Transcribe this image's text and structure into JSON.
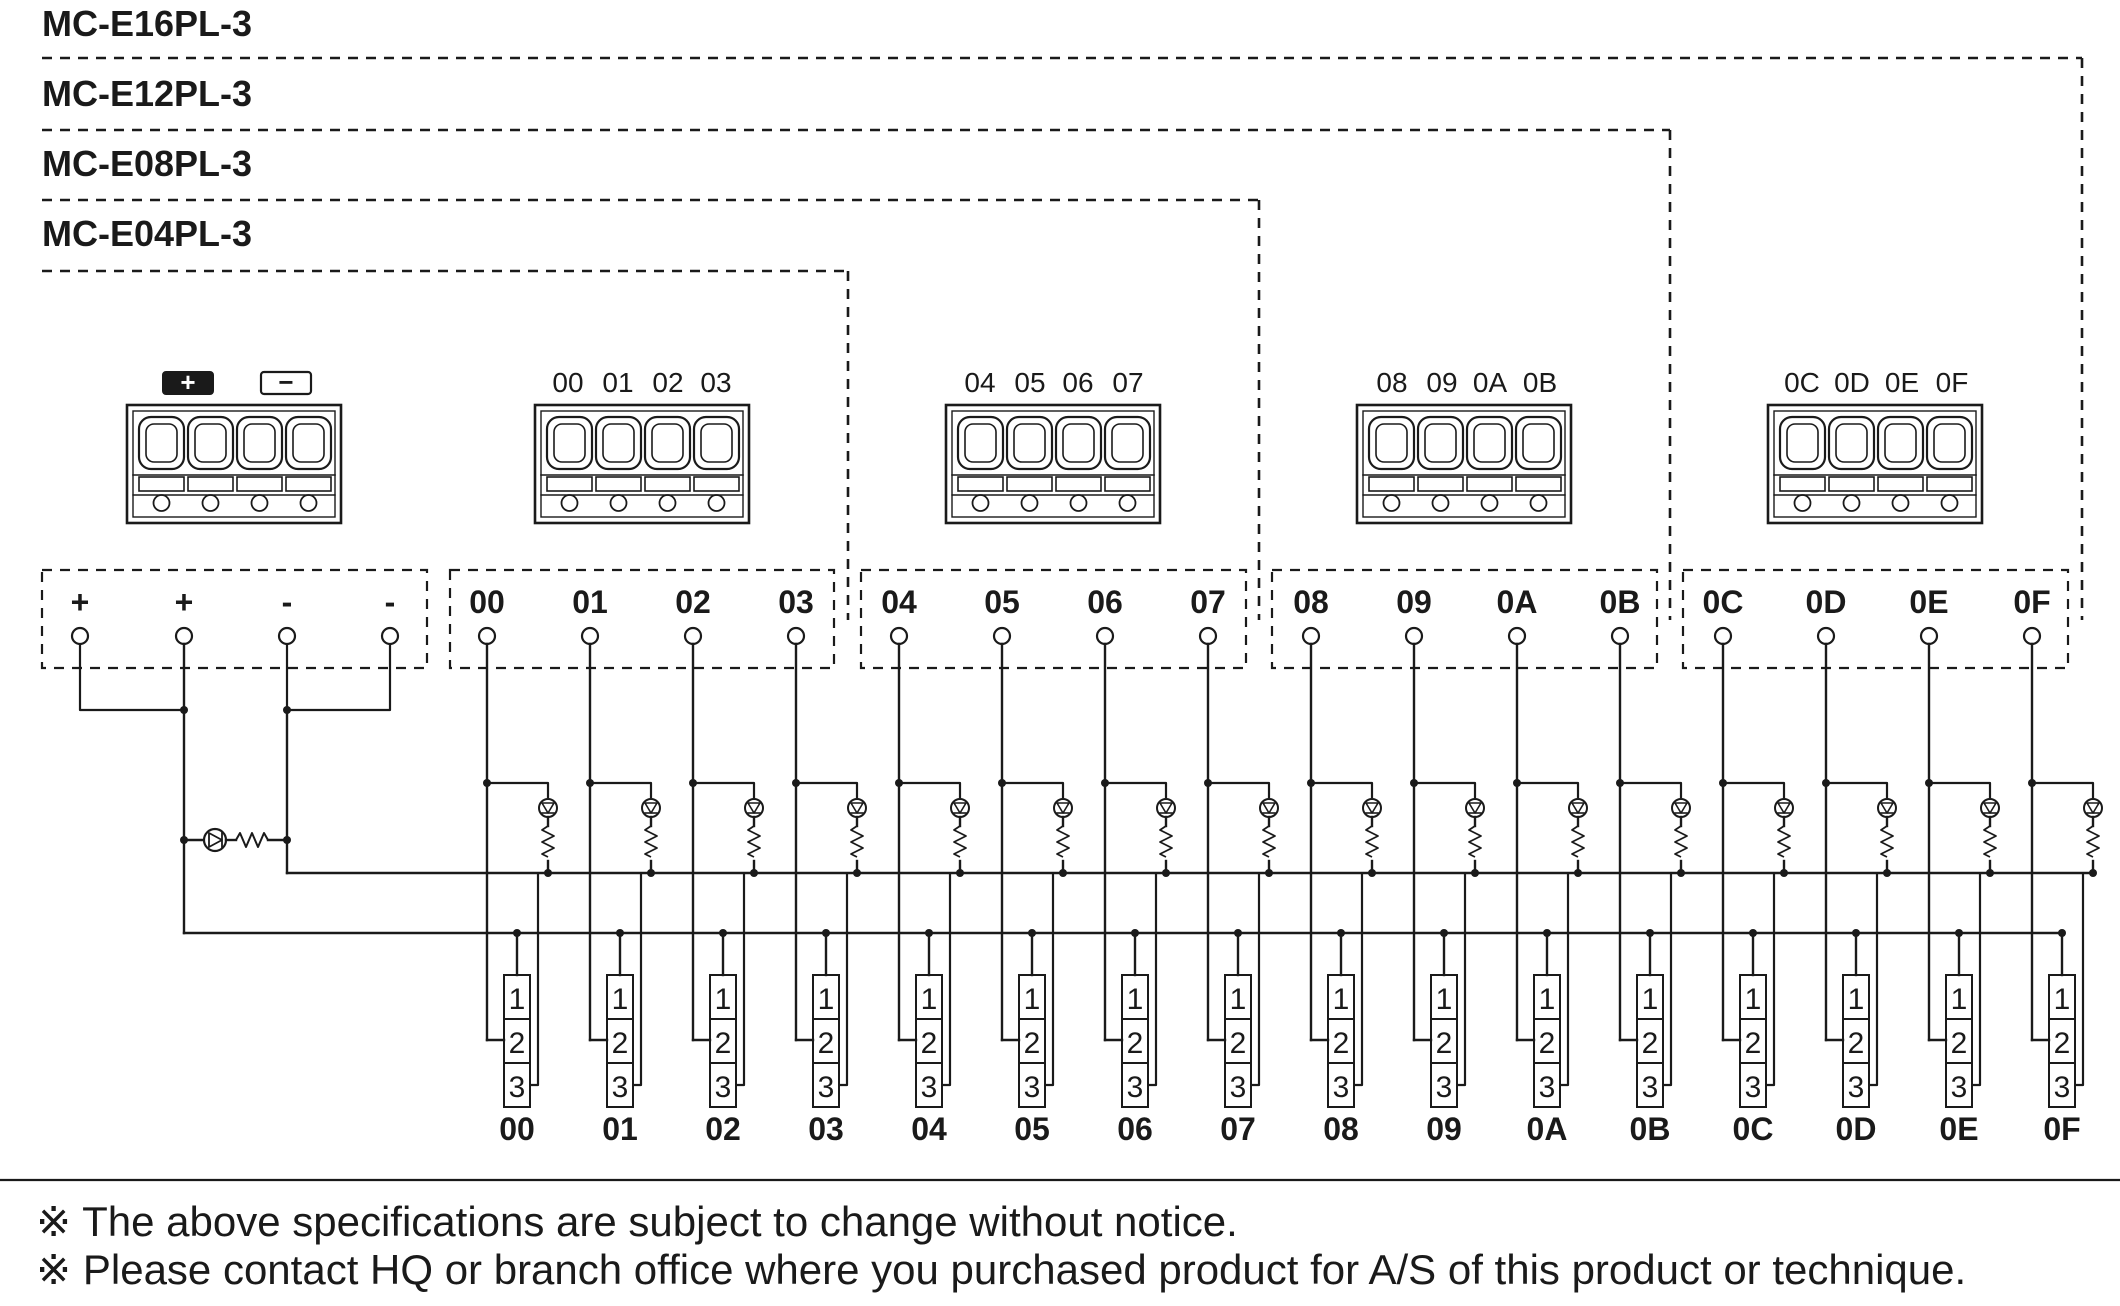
{
  "models": [
    {
      "name": "MC-E16PL-3",
      "terminals": [
        "0C",
        "0D",
        "0E",
        "0F"
      ]
    },
    {
      "name": "MC-E12PL-3",
      "terminals": [
        "08",
        "09",
        "0A",
        "0B"
      ]
    },
    {
      "name": "MC-E08PL-3",
      "terminals": [
        "04",
        "05",
        "06",
        "07"
      ]
    },
    {
      "name": "MC-E04PL-3",
      "terminals": [
        "00",
        "01",
        "02",
        "03"
      ]
    }
  ],
  "power": {
    "connector_labels": [
      "+",
      "−"
    ],
    "terminal_labels": [
      "+",
      "+",
      "-",
      "-"
    ]
  },
  "outputs": {
    "terminals": [
      "00",
      "01",
      "02",
      "03",
      "04",
      "05",
      "06",
      "07",
      "08",
      "09",
      "0A",
      "0B",
      "0C",
      "0D",
      "0E",
      "0F"
    ],
    "pin_numbers": [
      "1",
      "2",
      "3"
    ],
    "channel_labels": [
      "00",
      "01",
      "02",
      "03",
      "04",
      "05",
      "06",
      "07",
      "08",
      "09",
      "0A",
      "0B",
      "0C",
      "0D",
      "0E",
      "0F"
    ]
  },
  "footnotes": [
    "※ The above specifications are subject to change without notice.",
    "※ Please contact HQ or branch office where you purchased product for A/S of this product or technique."
  ],
  "colors": {
    "ink": "#1a1a1a",
    "background": "#ffffff"
  }
}
